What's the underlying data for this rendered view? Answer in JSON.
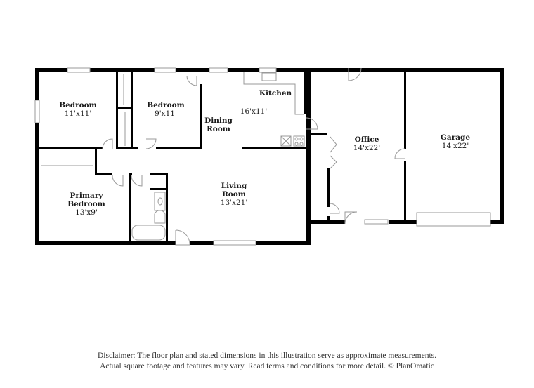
{
  "floorplan": {
    "wall_color": "#000000",
    "fixture_color": "#999999",
    "rooms": [
      {
        "id": "bedroom-1",
        "name": "Bedroom",
        "dims": "11'x11'"
      },
      {
        "id": "bedroom-2",
        "name": "Bedroom",
        "dims": "9'x11'"
      },
      {
        "id": "kitchen",
        "name": "Kitchen",
        "dims": "16'x11'"
      },
      {
        "id": "dining-room",
        "name": "Dining Room",
        "dims": ""
      },
      {
        "id": "office",
        "name": "Office",
        "dims": "14'x22'"
      },
      {
        "id": "garage",
        "name": "Garage",
        "dims": "14'x22'"
      },
      {
        "id": "primary-bedroom",
        "name": "Primary Bedroom",
        "dims": "13'x9'"
      },
      {
        "id": "living-room",
        "name": "Living Room",
        "dims": "13'x21'"
      }
    ],
    "labels": {
      "bedroom1_name": "Bedroom",
      "bedroom1_dims": "11'x11'",
      "bedroom2_name": "Bedroom",
      "bedroom2_dims": "9'x11'",
      "kitchen_name": "Kitchen",
      "kitchen_dims": "16'x11'",
      "dining_line1": "Dining",
      "dining_line2": "Room",
      "office_name": "Office",
      "office_dims": "14'x22'",
      "garage_name": "Garage",
      "garage_dims": "14'x22'",
      "primary_line1": "Primary",
      "primary_line2": "Bedroom",
      "primary_dims": "13'x9'",
      "living_line1": "Living",
      "living_line2": "Room",
      "living_dims": "13'x21'"
    }
  },
  "disclaimer": {
    "line1": "Disclaimer: The floor plan and stated dimensions in this illustration serve as approximate measurements.",
    "line2": "Actual square footage and features may vary. Read terms and conditions for more detail. © PlanOmatic"
  }
}
